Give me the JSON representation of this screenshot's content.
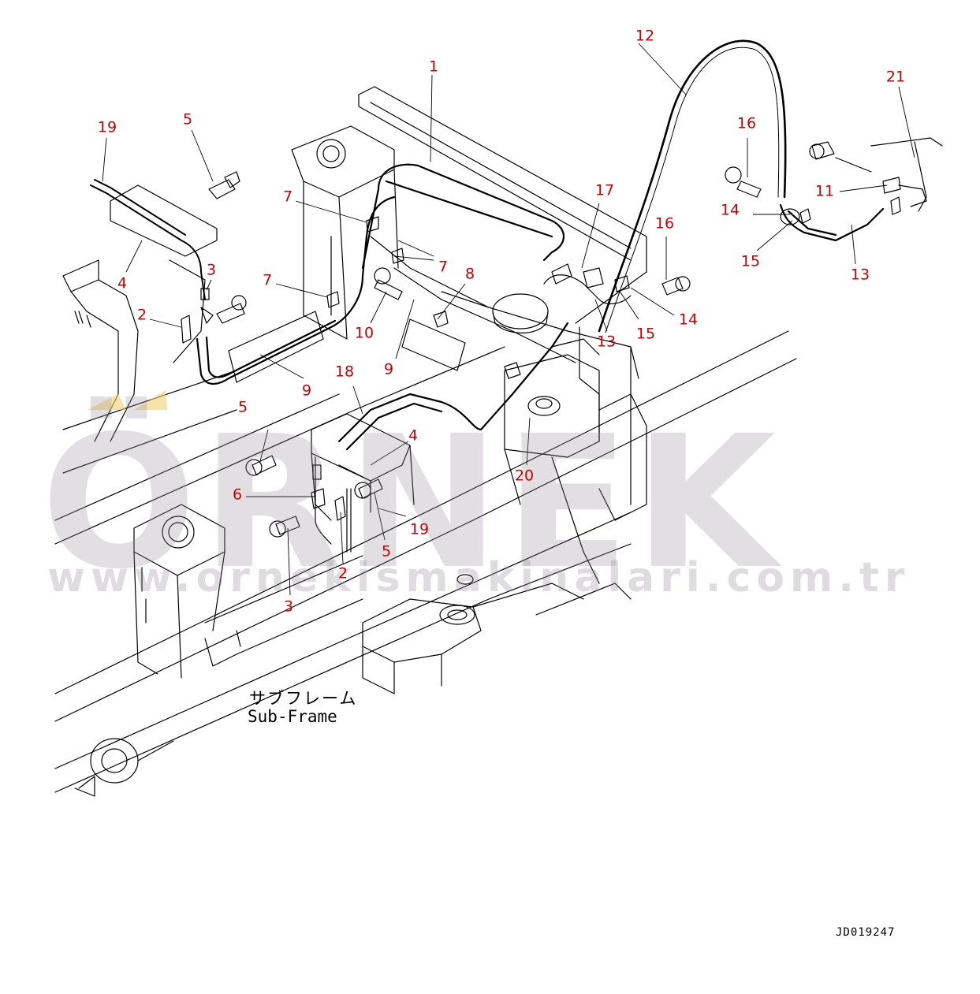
{
  "diagram": {
    "accent_color": "#cc0000",
    "line_color": "#000000",
    "callouts": [
      {
        "id": "c1",
        "label": "1"
      },
      {
        "id": "c2a",
        "label": "2"
      },
      {
        "id": "c2b",
        "label": "2"
      },
      {
        "id": "c3a",
        "label": "3"
      },
      {
        "id": "c3b",
        "label": "3"
      },
      {
        "id": "c4a",
        "label": "4"
      },
      {
        "id": "c4b",
        "label": "4"
      },
      {
        "id": "c5a",
        "label": "5"
      },
      {
        "id": "c5b",
        "label": "5"
      },
      {
        "id": "c5c",
        "label": "5"
      },
      {
        "id": "c6",
        "label": "6"
      },
      {
        "id": "c7a",
        "label": "7"
      },
      {
        "id": "c7b",
        "label": "7"
      },
      {
        "id": "c7c",
        "label": "7"
      },
      {
        "id": "c8",
        "label": "8"
      },
      {
        "id": "c9a",
        "label": "9"
      },
      {
        "id": "c9b",
        "label": "9"
      },
      {
        "id": "c10",
        "label": "10"
      },
      {
        "id": "c11",
        "label": "11"
      },
      {
        "id": "c12",
        "label": "12"
      },
      {
        "id": "c13a",
        "label": "13"
      },
      {
        "id": "c13b",
        "label": "13"
      },
      {
        "id": "c14a",
        "label": "14"
      },
      {
        "id": "c14b",
        "label": "14"
      },
      {
        "id": "c15a",
        "label": "15"
      },
      {
        "id": "c15b",
        "label": "15"
      },
      {
        "id": "c16a",
        "label": "16"
      },
      {
        "id": "c16b",
        "label": "16"
      },
      {
        "id": "c17",
        "label": "17"
      },
      {
        "id": "c18",
        "label": "18"
      },
      {
        "id": "c19a",
        "label": "19"
      },
      {
        "id": "c19b",
        "label": "19"
      },
      {
        "id": "c20",
        "label": "20"
      },
      {
        "id": "c21",
        "label": "21"
      }
    ],
    "subframe_label_jp": "サブフレーム",
    "subframe_label_en": "Sub-Frame",
    "drawing_id": "JD019247"
  },
  "watermark": {
    "brand": "ÖRNEK",
    "url": "www.ornekismakinalari.com.tr",
    "color": "#b0a8b0",
    "accent_color": "#f0d070"
  }
}
